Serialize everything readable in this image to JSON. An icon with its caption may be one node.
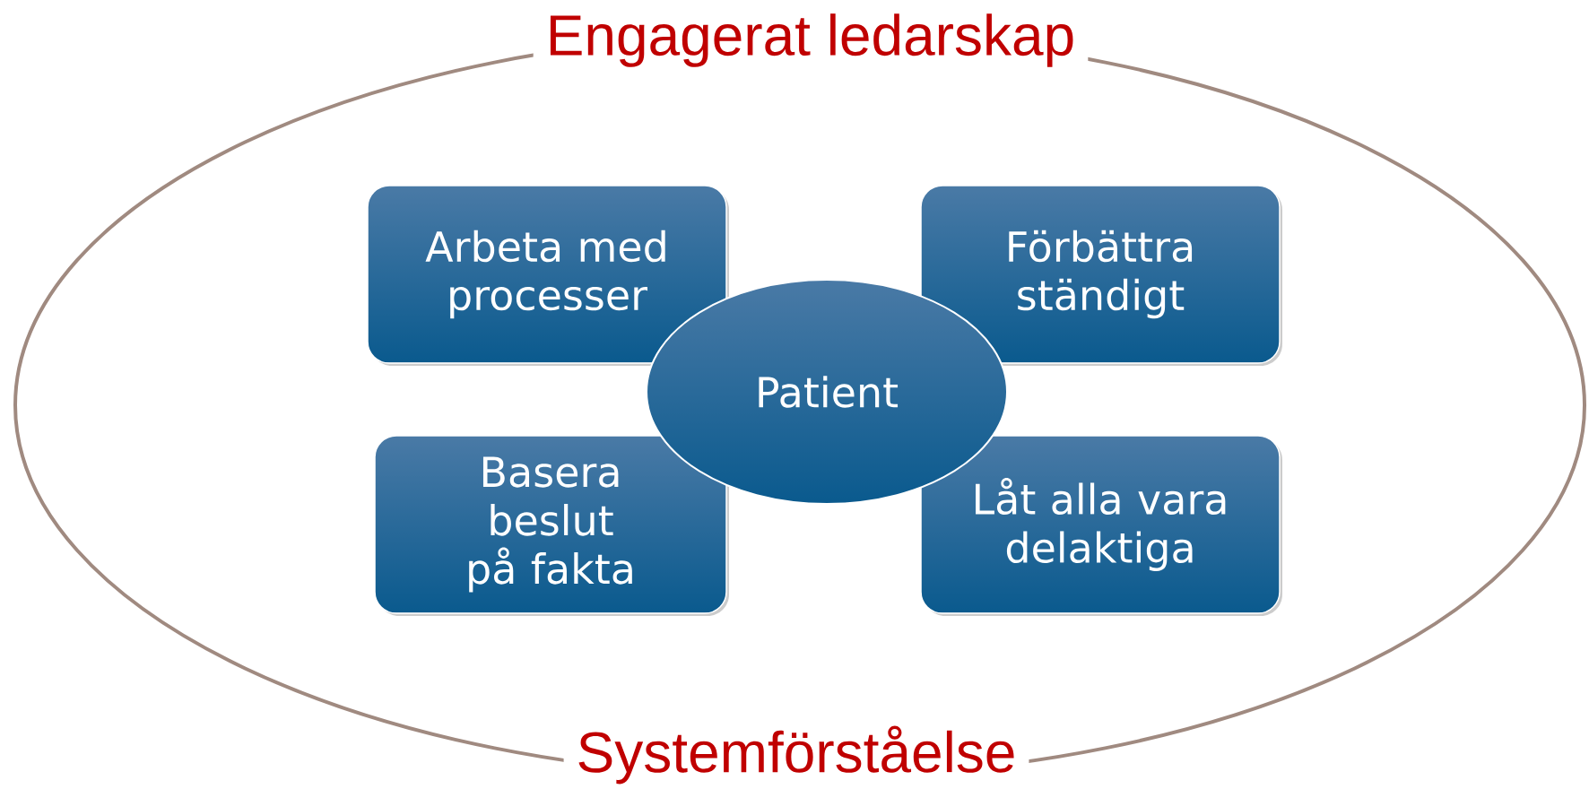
{
  "diagram": {
    "nodes": [
      {
        "text": [
          "Engagerat ledarskap",
          "Systemförståelse"
        ]
      },
      {
        "text": [
          "Arbeta med processer"
        ],
        "in": 0
      },
      {
        "text": [
          "Förbättra ständigt"
        ],
        "in": 0
      },
      {
        "text": [
          "Patient"
        ],
        "in": 0
      },
      {
        "text": [
          "Basera beslut på fakta"
        ],
        "in": 0
      },
      {
        "text": [
          "Låt alla vara delaktiga"
        ],
        "in": 0
      }
    ]
  }
}
